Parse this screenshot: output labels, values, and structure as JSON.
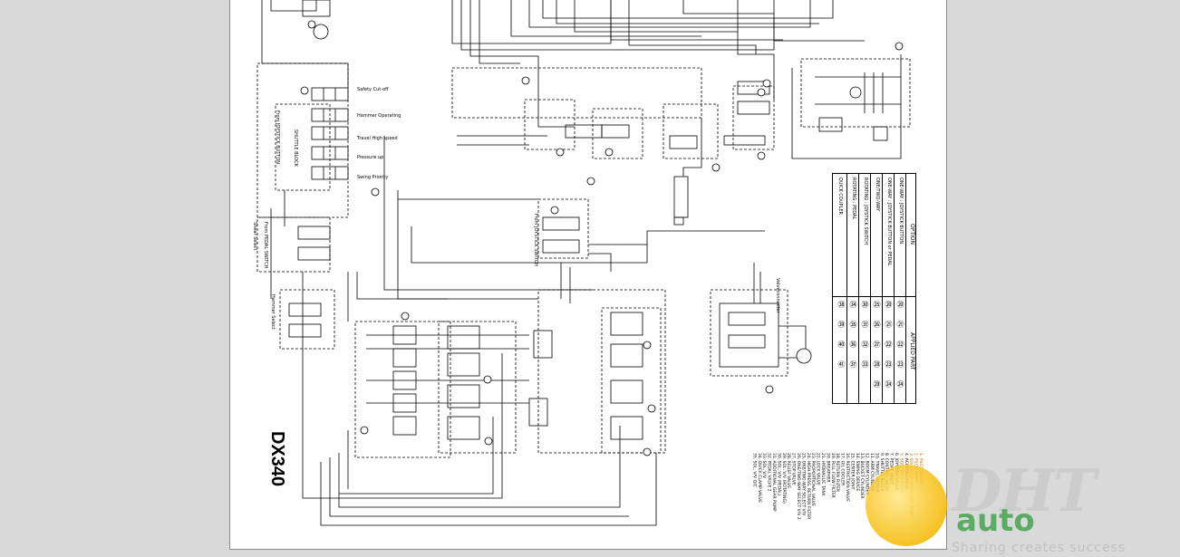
{
  "document": {
    "model": "DX340",
    "labels": {
      "safety_cutoff": "Safety Cut-off",
      "hammer_operating": "Hammer Operating",
      "travel_high_speed": "Travel High speed",
      "pressure_up": "Pressure up",
      "swing_priority": "Swing Priority",
      "shuttle_block": "SHUTTLE BLOCK",
      "from_joystick_button": "From JOYSTICK BUTTON",
      "from_pedal_switch": "From PEDAL SWITCH",
      "from_joystick_switch": "From JOYSTICK SWITCH",
      "hammer_select": "Hammer Select",
      "shear_select": "Shear Select",
      "valveconnector": "Valveconnector"
    },
    "option_table": {
      "title": "OPTION",
      "applied_part": "APPLIED PART",
      "rows": [
        {
          "option": "ONE-WAY : JOYSTICK BUTTON",
          "parts": [
            "⑳",
            "㉑",
            "㉒",
            "㉓",
            "㉔"
          ]
        },
        {
          "option": "ONE-WAY : JOYSTICK BUTTON or PEDAL",
          "parts": [
            "⑳",
            "㉑",
            "㉒",
            "㉓",
            "㉔"
          ]
        },
        {
          "option": "ONE/TWO-WAY",
          "parts": [
            "㉕",
            "㉖",
            "㉗",
            "㉘",
            "㉙"
          ]
        },
        {
          "option": "ROTATING : JOYSTICK SWITCH",
          "parts": [
            "㉚",
            "㉛",
            "㉜",
            "㉝"
          ]
        },
        {
          "option": "ROTATING : PEDAL",
          "parts": [
            "㉞",
            "㉟",
            "㊱",
            "㊲"
          ]
        },
        {
          "option": "QUICK COUPLER",
          "parts": [
            "㊳",
            "㊴",
            "㊵",
            "㊶"
          ]
        }
      ]
    },
    "legend": {
      "items": [
        {
          "text": "1. PILOT FILTER",
          "hl": true
        },
        {
          "text": "2. PILOT PUMP",
          "hl": true
        },
        {
          "text": "3. SOLENOID VALVE (BTS TYPE)",
          "hl": true
        },
        {
          "text": "4. ACCUMULATOR",
          "hl": false
        },
        {
          "text": "5. SOLENOID VALVE",
          "hl": true
        },
        {
          "text": "6. JOYSTICK VALVE",
          "hl": false
        },
        {
          "text": "7. PEDAL VALVE",
          "hl": false
        },
        {
          "text": "8. CONTROL VALVE",
          "hl": false
        },
        {
          "text": "9. SHUTTLE BLOCK",
          "hl": false
        },
        {
          "text": "10. TRAVEL MOTOR",
          "hl": false
        },
        {
          "text": "11. ARM CYLINDER",
          "hl": false
        },
        {
          "text": "12. BOOM CYLINDER",
          "hl": false
        },
        {
          "text": "13. BUCKET CYLINDER",
          "hl": false
        },
        {
          "text": "14. SWING DEVICE",
          "hl": false
        },
        {
          "text": "15. CENTER JOINT",
          "hl": false
        },
        {
          "text": "16. RESTRICTION VALVE",
          "hl": false
        },
        {
          "text": "17. OIL COOLER",
          "hl": false
        },
        {
          "text": "18. RETURN FILTER",
          "hl": false
        },
        {
          "text": "19. FULL FLOW FILTER",
          "hl": false
        },
        {
          "text": "20. BREATHER",
          "hl": false
        },
        {
          "text": "21. HYDRAULIC TANK",
          "hl": false
        },
        {
          "text": "22. LOCK VALVE",
          "hl": false
        },
        {
          "text": "23. PROPORTIONAL VALVE",
          "hl": false
        },
        {
          "text": "24. HIGH PRESS. RETURN FILTER",
          "hl": false
        },
        {
          "text": "25. ONE/TWO-WAY SELECT V/V",
          "hl": false
        },
        {
          "text": "26. ONE/TWO-WAY SELECT V/V 2",
          "hl": false
        },
        {
          "text": "27. STOP VALVE",
          "hl": false
        },
        {
          "text": "28. RELIEF VALVE",
          "hl": false
        },
        {
          "text": "29. SOL. V/V (ROTATING)",
          "hl": false
        },
        {
          "text": "30. SOL. V/V (PEDAL)",
          "hl": false
        },
        {
          "text": "31. ADDITIONAL GEAR PUMP",
          "hl": false
        },
        {
          "text": "32. PEDAL VALVE 2",
          "hl": false
        },
        {
          "text": "33. SOL. V/V",
          "hl": false
        },
        {
          "text": "34. QUICK CLAMP VALVE",
          "hl": false
        },
        {
          "text": "35. SOL. V/V Q/C",
          "hl": false
        }
      ]
    }
  },
  "watermark": {
    "brand": "DHT",
    "sub": "auto",
    "tagline": "Sharing creates success"
  }
}
